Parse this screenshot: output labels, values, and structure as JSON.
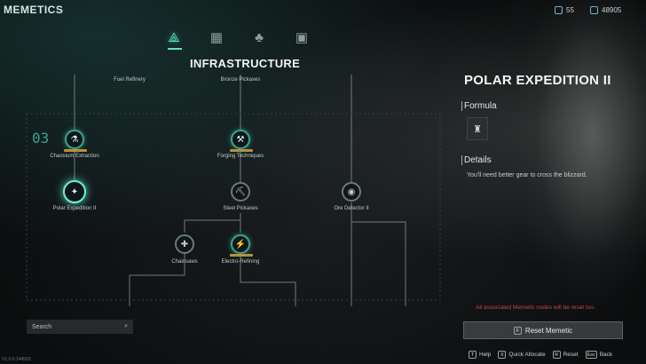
{
  "header": {
    "title": "MEMETICS",
    "resource_1": "55",
    "resource_2": "48905"
  },
  "tabs": [
    {
      "name": "tab-infrastructure",
      "icon": "antler-icon",
      "glyph": "⟁",
      "active": true
    },
    {
      "name": "tab-production",
      "icon": "machine-icon",
      "glyph": "▦",
      "active": false
    },
    {
      "name": "tab-nature",
      "icon": "tree-icon",
      "glyph": "♣",
      "active": false
    },
    {
      "name": "tab-building",
      "icon": "building-icon",
      "glyph": "▣",
      "active": false
    }
  ],
  "category_title": "INFRASTRUCTURE",
  "tier_label": "03",
  "top_labels": {
    "left": "Fuel Refinery",
    "center": "Bronze Pickaxes"
  },
  "nodes": {
    "chaosium_extraction": {
      "label": "Chaosium Extraction",
      "glyph": "⚗"
    },
    "forging_techniques": {
      "label": "Forging Techniques",
      "glyph": "⚒"
    },
    "polar_expedition": {
      "label": "Polar Expedition II",
      "glyph": "✦"
    },
    "steel_pickaxes": {
      "label": "Steel Pickaxes",
      "glyph": "⛏"
    },
    "ore_detector": {
      "label": "Ore Detector II",
      "glyph": "◉"
    },
    "chainsaws": {
      "label": "Chainsaws",
      "glyph": "✚"
    },
    "electro_refining": {
      "label": "Electro-Refining",
      "glyph": "⚡"
    }
  },
  "search": {
    "placeholder": "Search"
  },
  "version": "V1.0.0.144553",
  "detail": {
    "title": "POLAR EXPEDITION II",
    "formula_label": "Formula",
    "details_label": "Details",
    "description": "You'll need better gear to cross the blizzard.",
    "warning": "All associated Memetic nodes will be reset too.",
    "reset_key": "F",
    "reset_label": "Reset Memetic"
  },
  "hints": [
    {
      "key": "T",
      "label": "Help"
    },
    {
      "key": "X",
      "label": "Quick Allocate"
    },
    {
      "key": "R",
      "label": "Reset"
    },
    {
      "key": "Esc",
      "label": "Back"
    }
  ]
}
